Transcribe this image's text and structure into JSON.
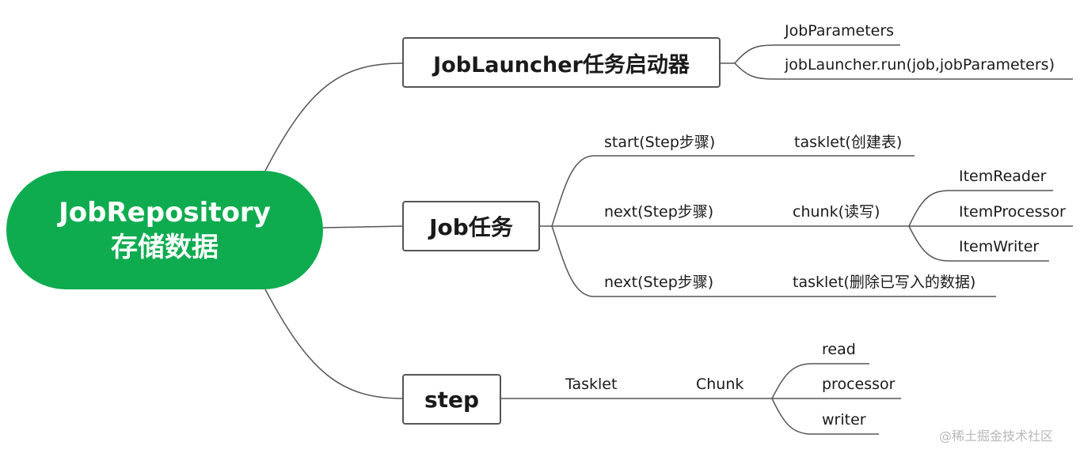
{
  "root": {
    "line1": "JobRepository",
    "line2": "存储数据"
  },
  "launcher": {
    "title": "JobLauncher任务启动器",
    "children": [
      "JobParameters",
      "jobLauncher.run(job,jobParameters)"
    ]
  },
  "job": {
    "title": "Job任务",
    "steps": [
      {
        "label": "start(Step步骤)",
        "child": "tasklet(创建表)"
      },
      {
        "label": "next(Step步骤)",
        "child": "chunk(读写)",
        "leaves": [
          "ItemReader",
          "ItemProcessor",
          "ItemWriter"
        ]
      },
      {
        "label": "next(Step步骤)",
        "child": "tasklet(删除已写入的数据)"
      }
    ]
  },
  "step": {
    "title": "step",
    "chain": [
      "Tasklet",
      "Chunk"
    ],
    "leaves": [
      "read",
      "processor",
      "writer"
    ]
  },
  "watermark": "@稀土掘金技术社区",
  "colors": {
    "root_fill": "#0eac4f",
    "line": "#555555",
    "text": "#1a1a1a"
  }
}
